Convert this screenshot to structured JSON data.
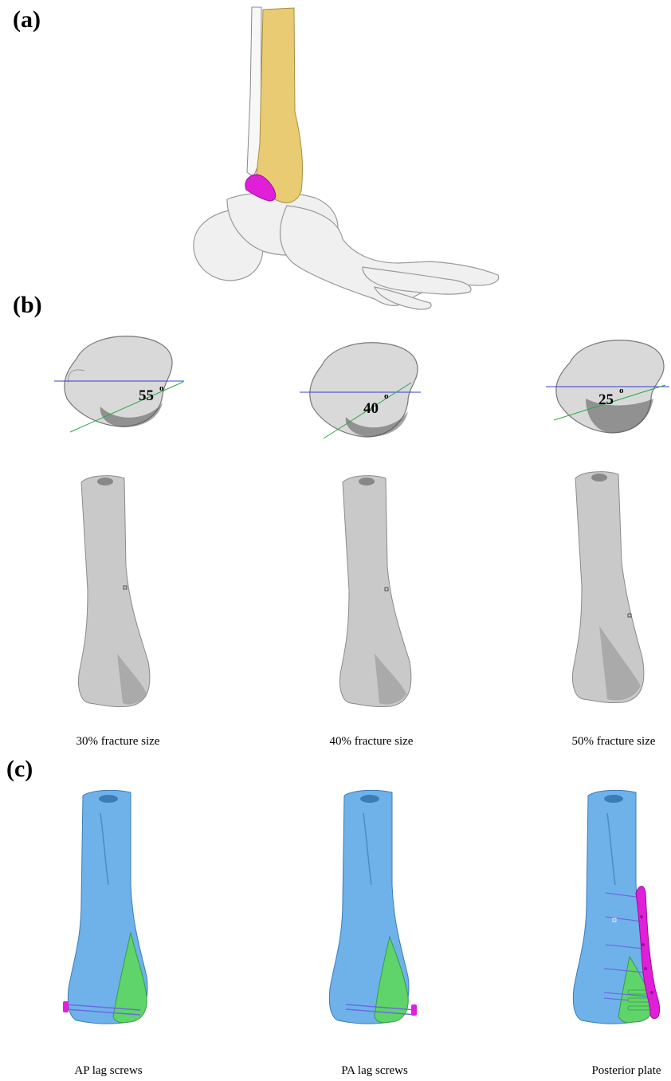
{
  "panels": {
    "a": {
      "label": "(a)"
    },
    "b": {
      "label": "(b)",
      "cross_sections": [
        {
          "angle": "55",
          "deg_mark": "o"
        },
        {
          "angle": "40",
          "deg_mark": "o"
        },
        {
          "angle": "25",
          "deg_mark": "o"
        }
      ],
      "captions": [
        "30% fracture size",
        "40% fracture size",
        "50% fracture size"
      ]
    },
    "c": {
      "label": "(c)",
      "captions": [
        "AP lag screws",
        "PA lag screws",
        "Posterior plate"
      ]
    }
  },
  "colors": {
    "tibia_gold": "#e9cb74",
    "fragment_magenta": "#e020d8",
    "bone_white": "#f2f2f2",
    "bone_gray": "#bdbdbd",
    "tibia_blue": "#6fb2ea",
    "fragment_green": "#5fd46a",
    "reference_line_blue": "#3340d0",
    "angle_line_green": "#2aa84a"
  }
}
